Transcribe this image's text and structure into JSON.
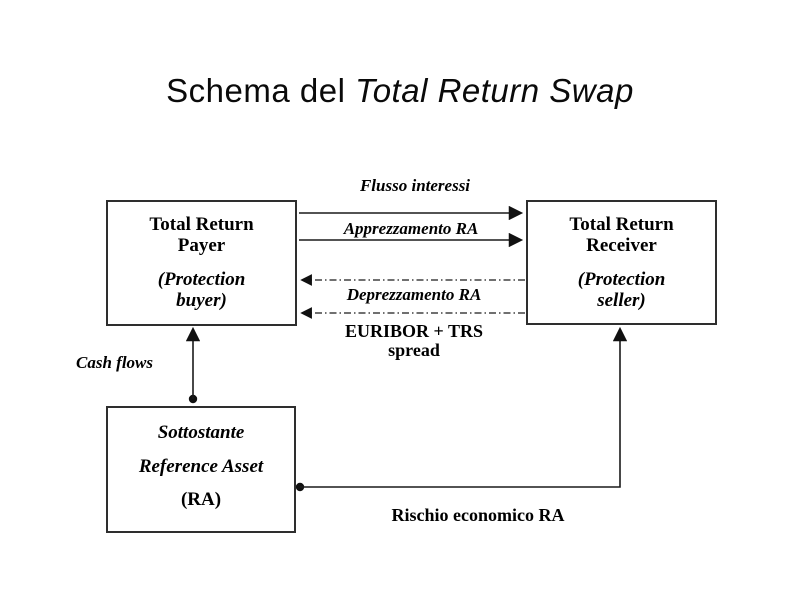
{
  "title": {
    "prefix": "Schema del ",
    "italic": "Total Return Swap"
  },
  "boxes": {
    "payer": {
      "name": "Total Return\nPayer",
      "sub": "(Protection\nbuyer)"
    },
    "receiver": {
      "name": "Total Return\nReceiver",
      "sub": "(Protection\nseller)"
    },
    "asset": {
      "line1": "Sottostante",
      "line2": "Reference Asset",
      "line3": "(RA)"
    }
  },
  "flows": {
    "interest": "Flusso interessi",
    "appreciation": "Apprezzamento RA",
    "depreciation": "Deprezzamento RA",
    "euribor": "EURIBOR + TRS\nspread",
    "cash": "Cash flows",
    "risk": "Rischio economico RA"
  },
  "colors": {
    "background": "#ffffff",
    "line": "#1a1a1a",
    "text": "#000000"
  }
}
